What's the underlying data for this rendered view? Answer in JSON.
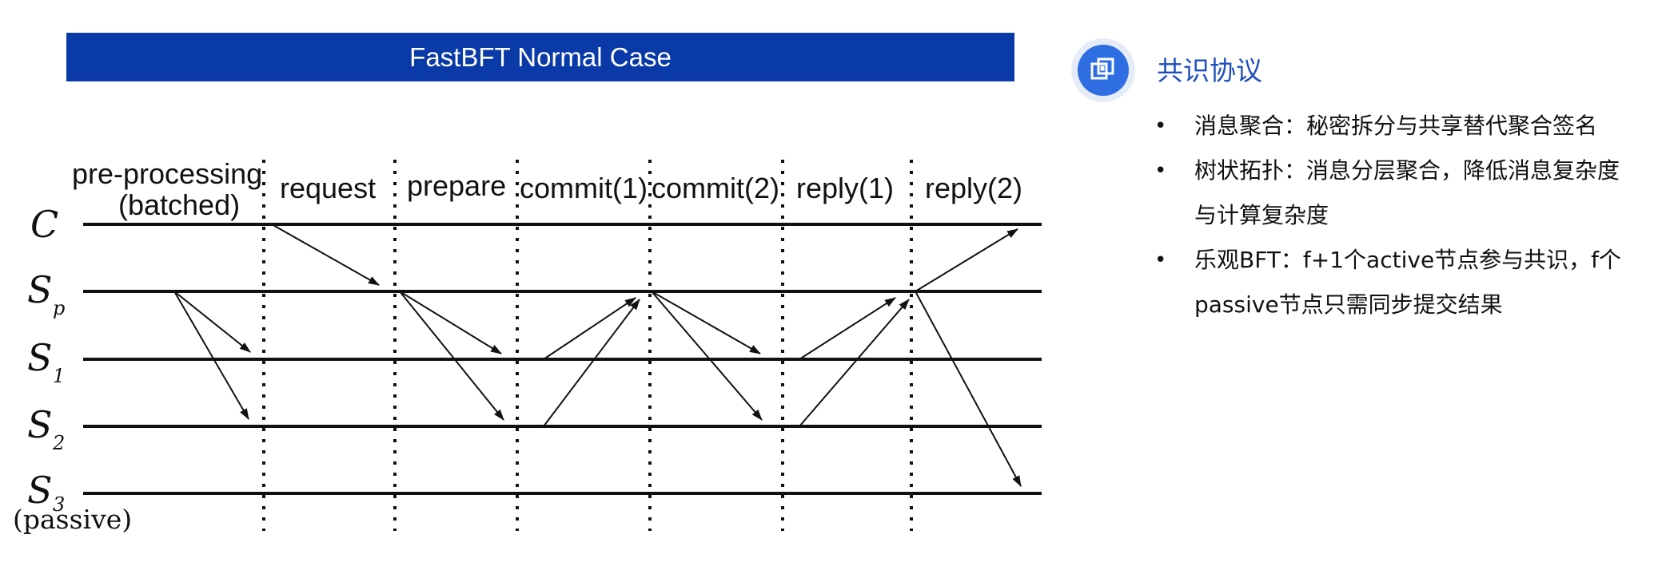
{
  "banner": {
    "title": "FastBFT Normal Case"
  },
  "diagram": {
    "phases": [
      {
        "line1": "pre-processing",
        "line2": "(batched)"
      },
      {
        "line1": "request"
      },
      {
        "line1": "prepare"
      },
      {
        "line1": "commit(1)"
      },
      {
        "line1": "commit(2)"
      },
      {
        "line1": "reply(1)"
      },
      {
        "line1": "reply(2)"
      }
    ],
    "nodes": [
      {
        "symbol": "C",
        "sub": ""
      },
      {
        "symbol": "S",
        "sub": "p"
      },
      {
        "symbol": "S",
        "sub": "1"
      },
      {
        "symbol": "S",
        "sub": "2"
      },
      {
        "symbol": "S",
        "sub": "3"
      }
    ],
    "passive_note": "(passive)"
  },
  "panel": {
    "icon": "copy-icon",
    "title": "共识协议",
    "bullets": [
      {
        "text": "消息聚合：秘密拆分与共享替代聚合签名"
      },
      {
        "text": "树状拓扑：消息分层聚合，降低消息复杂度与计算复杂度"
      },
      {
        "text": "乐观BFT：f+1个active节点参与共识，f个passive节点只需同步提交结果"
      }
    ],
    "accent_color": "#2f6de3",
    "banner_color": "#0a3aa8"
  }
}
